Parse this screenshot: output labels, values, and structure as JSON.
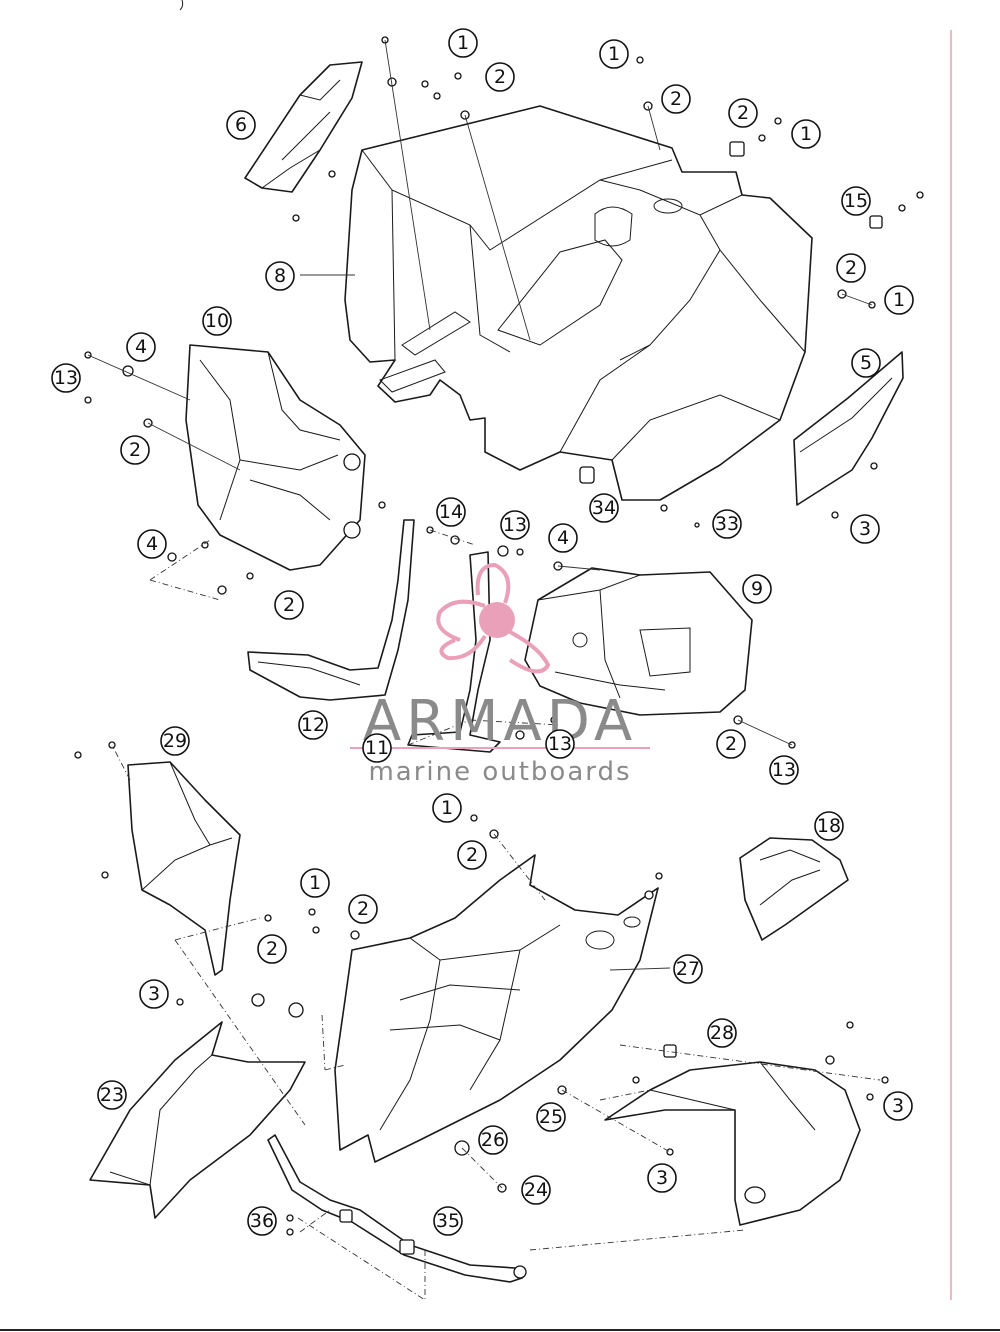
{
  "watermark": {
    "brand": "ARMADA",
    "tagline": "marine outboards",
    "logo_color": "#e9a0b8",
    "text_color": "#8a8a8a"
  },
  "callouts": [
    {
      "id": "c1a",
      "label": "1"
    },
    {
      "id": "c1b",
      "label": "1"
    },
    {
      "id": "c1c",
      "label": "1"
    },
    {
      "id": "c1d",
      "label": "1"
    },
    {
      "id": "c1e",
      "label": "1"
    },
    {
      "id": "c1f",
      "label": "1"
    },
    {
      "id": "c2a",
      "label": "2"
    },
    {
      "id": "c2b",
      "label": "2"
    },
    {
      "id": "c2c",
      "label": "2"
    },
    {
      "id": "c2d",
      "label": "2"
    },
    {
      "id": "c2e",
      "label": "2"
    },
    {
      "id": "c2f",
      "label": "2"
    },
    {
      "id": "c2g",
      "label": "2"
    },
    {
      "id": "c2h",
      "label": "2"
    },
    {
      "id": "c2i",
      "label": "2"
    },
    {
      "id": "c2j",
      "label": "2"
    },
    {
      "id": "c3a",
      "label": "3"
    },
    {
      "id": "c3b",
      "label": "3"
    },
    {
      "id": "c3c",
      "label": "3"
    },
    {
      "id": "c3d",
      "label": "3"
    },
    {
      "id": "c4a",
      "label": "4"
    },
    {
      "id": "c4b",
      "label": "4"
    },
    {
      "id": "c4c",
      "label": "4"
    },
    {
      "id": "c5",
      "label": "5"
    },
    {
      "id": "c6",
      "label": "6"
    },
    {
      "id": "c8",
      "label": "8"
    },
    {
      "id": "c9",
      "label": "9"
    },
    {
      "id": "c10",
      "label": "10"
    },
    {
      "id": "c11",
      "label": "11"
    },
    {
      "id": "c12",
      "label": "12"
    },
    {
      "id": "c13a",
      "label": "13"
    },
    {
      "id": "c13b",
      "label": "13"
    },
    {
      "id": "c13c",
      "label": "13"
    },
    {
      "id": "c13d",
      "label": "13"
    },
    {
      "id": "c14",
      "label": "14"
    },
    {
      "id": "c15",
      "label": "15"
    },
    {
      "id": "c18",
      "label": "18"
    },
    {
      "id": "c23",
      "label": "23"
    },
    {
      "id": "c24",
      "label": "24"
    },
    {
      "id": "c25",
      "label": "25"
    },
    {
      "id": "c26",
      "label": "26"
    },
    {
      "id": "c27",
      "label": "27"
    },
    {
      "id": "c28",
      "label": "28"
    },
    {
      "id": "c29",
      "label": "29"
    },
    {
      "id": "c33",
      "label": "33"
    },
    {
      "id": "c34",
      "label": "34"
    },
    {
      "id": "c35",
      "label": "35"
    },
    {
      "id": "c36",
      "label": "36"
    }
  ]
}
